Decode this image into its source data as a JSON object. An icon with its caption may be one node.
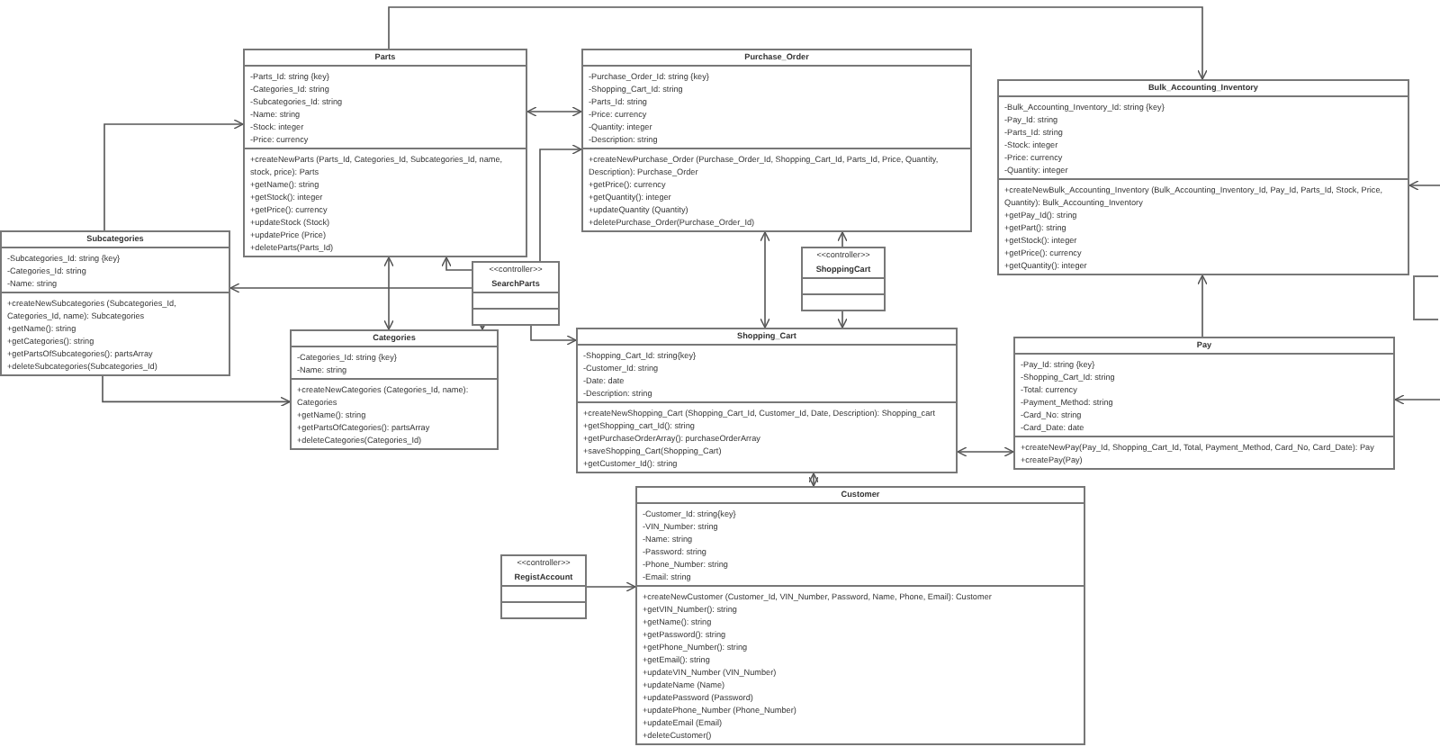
{
  "diagram": {
    "nodes": [
      {
        "text": [
          "Parts"
        ]
      },
      {
        "text": [
          "-Parts_Id: string {key}",
          "-Categories_Id: string",
          "-Subcategories_Id: string",
          "-Name: string",
          "-Stock: integer",
          "-Price: currency"
        ],
        "in": 0
      },
      {
        "text": [
          "+createNewParts (Parts_Id, Categories_Id, Subcategories_Id, name, stock, price): Parts",
          "+getName(): string",
          "+getStock(): integer",
          "+getPrice(): currency",
          "+updateStock (Stock)",
          "+updatePrice (Price)",
          "+deleteParts(Parts_Id)"
        ],
        "in": 0
      },
      {
        "text": [
          "Purchase_Order"
        ]
      },
      {
        "text": [
          "-Purchase_Order_Id: string {key}",
          "-Shopping_Cart_Id: string",
          "-Parts_Id: string",
          "-Price: currency",
          "-Quantity: integer",
          "-Description: string"
        ],
        "in": 3
      },
      {
        "text": [
          "+createNewPurchase_Order (Purchase_Order_Id, Shopping_Cart_Id, Parts_Id, Price, Quantity, Description): Purchase_Order",
          "+getPrice(): currency",
          "+getQuantity(): integer",
          "+updateQuantity (Quantity)",
          "+deletePurchase_Order(Purchase_Order_Id)"
        ],
        "in": 3
      },
      {
        "text": [
          "Bulk_Accounting_Inventory"
        ]
      },
      {
        "text": [
          "-Bulk_Accounting_Inventory_Id: string {key}",
          "-Pay_Id: string",
          "-Parts_Id: string",
          "-Stock: integer",
          "-Price: currency",
          "-Quantity: integer"
        ],
        "in": 6
      },
      {
        "text": [
          "+createNewBulk_Accounting_Inventory (Bulk_Accounting_Inventory_Id, Pay_Id, Parts_Id, Stock, Price, Quantity): Bulk_Accounting_Inventory",
          "+getPay_Id(): string",
          "+getPart(): string",
          "+getStock(): integer",
          "+getPrice(): currency",
          "+getQuantity(): integer"
        ],
        "in": 6
      },
      {
        "text": [
          "Subcategories"
        ]
      },
      {
        "text": [
          "-Subcategories_Id: string {key}",
          "-Categories_Id: string",
          "-Name: string"
        ],
        "in": 9
      },
      {
        "text": [
          "+createNewSubcategories (Subcategories_Id, Categories_Id, name): Subcategories",
          "+getName(): string",
          "+getCategories(): string",
          "+getPartsOfSubcategories(): partsArray",
          "+deleteSubcategories(Subcategories_Id)"
        ],
        "in": 9
      },
      {
        "text": [
          "<<controller>>",
          "SearchParts"
        ]
      },
      {
        "text": [],
        "shape": "box",
        "in": 12
      },
      {
        "text": [],
        "shape": "box",
        "in": 12
      },
      {
        "text": [
          "<<controller>>",
          "ShoppingCart"
        ]
      },
      {
        "text": [],
        "shape": "box",
        "in": 15
      },
      {
        "text": [],
        "shape": "box",
        "in": 15
      },
      {
        "text": [
          "Categories"
        ]
      },
      {
        "text": [
          "-Categories_Id: string {key}",
          "-Name: string"
        ],
        "in": 18
      },
      {
        "text": [
          "+createNewCategories (Categories_Id, name): Categories",
          "+getName(): string",
          "+getPartsOfCategories(): partsArray",
          "+deleteCategories(Categories_Id)"
        ],
        "in": 18
      },
      {
        "text": [
          "Shopping_Cart"
        ]
      },
      {
        "text": [
          "-Shopping_Cart_Id: string{key}",
          "-Customer_Id: string",
          "-Date: date",
          "-Description: string"
        ],
        "in": 21
      },
      {
        "text": [
          "+createNewShopping_Cart (Shopping_Cart_Id, Customer_Id, Date, Description): Shopping_cart",
          "+getShopping_cart_Id(): string",
          "+getPurchaseOrderArray(): purchaseOrderArray",
          "+saveShopping_Cart(Shopping_Cart)",
          "+getCustomer_Id(): string"
        ],
        "in": 21
      },
      {
        "text": [
          "Pay"
        ]
      },
      {
        "text": [
          "-Pay_Id: string {key}",
          "-Shopping_Cart_Id: string",
          "-Total: currency",
          "-Payment_Method: string",
          "-Card_No: string",
          "-Card_Date: date"
        ],
        "in": 24
      },
      {
        "text": [
          "+createNewPay(Pay_Id, Shopping_Cart_Id, Total, Payment_Method, Card_No, Card_Date): Pay",
          "+createPay(Pay)"
        ],
        "in": 24
      },
      {
        "text": [
          "<<controller>>",
          "RegistAccount"
        ]
      },
      {
        "text": [],
        "shape": "box",
        "in": 27
      },
      {
        "text": [],
        "shape": "box",
        "in": 27
      },
      {
        "text": [
          "Customer"
        ]
      },
      {
        "text": [
          "-Customer_Id: string{key}",
          "-VIN_Number: string",
          "-Name: string",
          "-Password: string",
          "-Phone_Number: string",
          "-Email: string"
        ],
        "in": 30
      },
      {
        "text": [
          "+createNewCustomer (Customer_Id, VIN_Number, Password, Name, Phone, Email): Customer",
          "+getVIN_Number(): string",
          "+getName(): string",
          "+getPassword(): string",
          "+getPhone_Number(): string",
          "+getEmail(): string",
          "+updateVIN_Number (VIN_Number)",
          "+updateName (Name)",
          "+updatePassword (Password)",
          "+updatePhone_Number (Phone_Number)",
          "+updateEmail (Email)",
          "+deleteCustomer()"
        ],
        "in": 30
      },
      {
        "text": [],
        "shape": "box"
      }
    ],
    "edges": [
      {
        "from": 0,
        "to": 6,
        "arrow": "to"
      },
      {
        "from": 9,
        "to": 0,
        "arrow": "to"
      },
      {
        "from": 0,
        "to": 3,
        "arrow": "both"
      },
      {
        "from": 12,
        "to": 3,
        "arrow": "to"
      },
      {
        "from": 12,
        "to": 0,
        "arrow": "to"
      },
      {
        "from": 12,
        "to": 9,
        "arrow": "to"
      },
      {
        "from": 12,
        "to": 18,
        "arrow": "to"
      },
      {
        "from": 12,
        "to": 21,
        "arrow": "to"
      },
      {
        "from": 0,
        "to": 18,
        "arrow": "both"
      },
      {
        "from": 9,
        "to": 18,
        "arrow": "to"
      },
      {
        "from": 3,
        "to": 21,
        "arrow": "both"
      },
      {
        "from": 15,
        "to": 3,
        "arrow": "to"
      },
      {
        "from": 15,
        "to": 21,
        "arrow": "to"
      },
      {
        "from": 24,
        "to": 6,
        "arrow": "to"
      },
      {
        "from": 21,
        "to": 24,
        "arrow": "both"
      },
      {
        "from": 21,
        "to": 30,
        "arrow": "both"
      },
      {
        "from": 27,
        "to": 30,
        "arrow": "to"
      },
      {
        "from": null,
        "to": 6,
        "arrow": "to"
      },
      {
        "from": null,
        "to": 24,
        "arrow": "to"
      }
    ]
  }
}
